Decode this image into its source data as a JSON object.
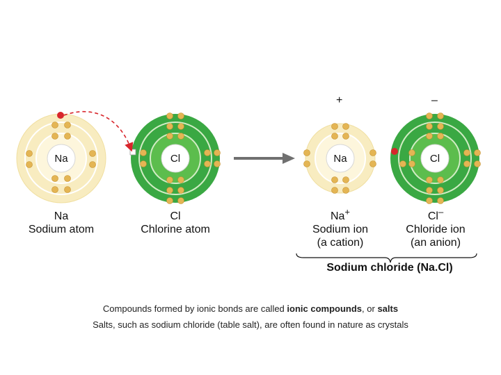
{
  "atoms": [
    {
      "symbol": "Na",
      "label_line1": "Na",
      "label_line2": "Sodium atom"
    },
    {
      "symbol": "Cl",
      "label_line1": "Cl",
      "label_line2": "Chlorine atom"
    },
    {
      "symbol": "Na",
      "label_line1": "Na",
      "label_sup": "+",
      "label_line2": "Sodium ion",
      "label_line3": "(a cation)",
      "charge": "+"
    },
    {
      "symbol": "Cl",
      "label_line1": "Cl",
      "label_sup": "–",
      "label_line2": "Chloride ion",
      "label_line3": "(an anion)",
      "charge": "–"
    }
  ],
  "group_label": "Sodium chloride (Na.Cl)",
  "caption": {
    "line1_prefix": "Compounds formed by ionic bonds are called ",
    "line1_term1": "ionic compounds",
    "line1_mid": ", or ",
    "line1_term2": "salts",
    "line2": "Salts, such as sodium chloride (table salt), are often found in nature as crystals"
  },
  "colors": {
    "sodium_outer": "#f8ecc0",
    "sodium_inner": "#fdf6dc",
    "chlorine_outer": "#3aa843",
    "chlorine_inner": "#5cbd4d",
    "electron": "#e4b554",
    "transferred_electron": "#d8262c",
    "arrow": "#707070"
  }
}
